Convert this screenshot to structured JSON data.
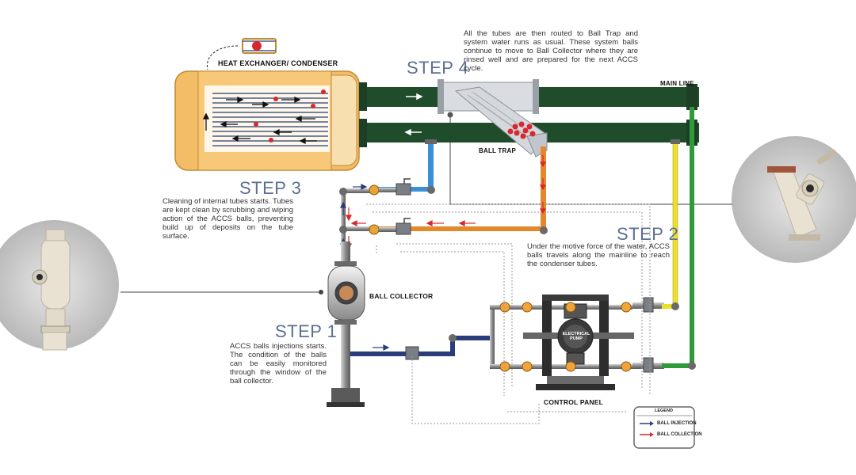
{
  "labels": {
    "heat_exchanger": "HEAT EXCHANGER/ CONDENSER",
    "main_line": "MAIN LINE",
    "ball_trap": "BALL TRAP",
    "ball_collector": "BALL COLLECTOR",
    "control_panel": "CONTROL PANEL",
    "electrical_pump_line1": "ELECTRICAL",
    "electrical_pump_line2": "PUMP"
  },
  "steps": [
    {
      "title": "STEP 1",
      "text": "ACCS balls injections starts. The condition of the balls can be easily monitored through the window of the ball collector."
    },
    {
      "title": "STEP 2",
      "text": "Under the motive force of the water, ACCS balls travels along the mainline to reach the condenser tubes."
    },
    {
      "title": "STEP 3",
      "text": "Cleaning of internal tubes starts. Tubes are kept clean by scrubbing and wiping action of the ACCS balls, preventing build up of deposits on the tube surface."
    },
    {
      "title": "STEP 4",
      "text": "All the tubes are then routed to Ball Trap and system water runs as usual. These system balls continue to move to Ball Collector where they are rinsed well and are prepared for the next ACCS cycle."
    }
  ],
  "legend": {
    "title": "LEGEND",
    "items": [
      {
        "label": "BALL INJECTION",
        "color": "#2a3d7a"
      },
      {
        "label": "BALL COLLECTION",
        "color": "#d9272e"
      }
    ]
  },
  "colors": {
    "main_line": "#1f4d2b",
    "heat_exchanger": "#f2bd66",
    "injection_pipe": "#2a3d7a",
    "collection_pipe": "#d9272e",
    "orange_pipe": "#e3892c",
    "yellow_pipe": "#ece02a",
    "green_pipe": "#2f9a3a",
    "blue_pipe": "#3a8fd6",
    "step_title": "#5b6f93"
  }
}
